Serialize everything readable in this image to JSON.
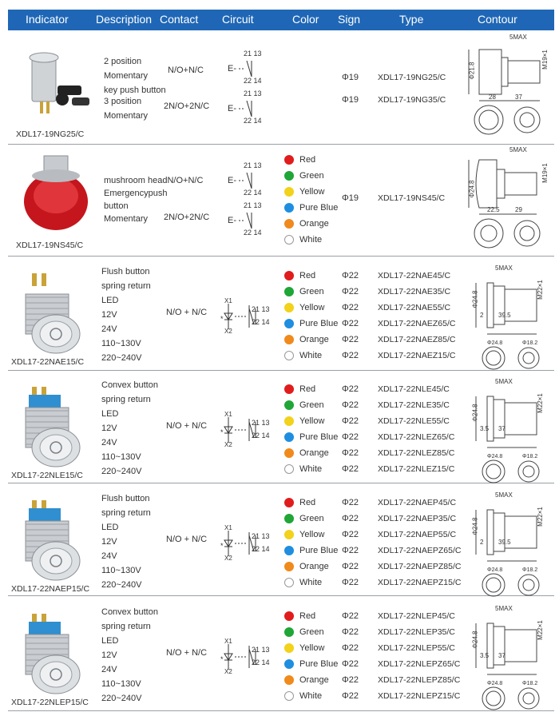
{
  "header": [
    "Indicator",
    "Description",
    "Contact",
    "Circuit",
    "Color",
    "Sign",
    "Type",
    "Contour"
  ],
  "rows": [
    {
      "model": "XDL17-19NG25/C",
      "desc_a": [
        "2 position",
        "Momentary",
        "key push button"
      ],
      "desc_b": [
        "3 position",
        "Momentary"
      ],
      "contact_a": "N/O+N/C",
      "contact_b": "2N/O+2N/C",
      "circuit_a": [
        "21 13",
        "22 14"
      ],
      "circuit_b": [
        "21 13",
        "22 14"
      ],
      "signs": [
        "Φ19",
        "Φ19"
      ],
      "types": [
        "XDL17-19NG25/C",
        "XDL17-19NG35/C"
      ],
      "contour": [
        "5MAX",
        "M19×1",
        "Φ21.8",
        "28",
        "37"
      ]
    },
    {
      "model": "XDL17-19NS45/C",
      "desc": [
        "mushroom headN/O+N/C",
        "Emergencypush",
        "button",
        "Momentary"
      ],
      "contact_b": "2N/O+2N/C",
      "circuit_a": [
        "21 13",
        "22 14"
      ],
      "circuit_b": [
        "21 13",
        "22 14"
      ],
      "colors": [
        "Red",
        "Green",
        "Yellow",
        "Pure Blue",
        "Orange",
        "White"
      ],
      "sign": "Φ19",
      "type": "XDL17-19NS45/C",
      "contour": [
        "5MAX",
        "M19×1",
        "Φ24.8",
        "22.5",
        "29"
      ]
    },
    {
      "model": "XDL17-22NAE15/C",
      "desc": [
        "Flush button",
        "spring return",
        "LED",
        "12V",
        "24V",
        "110~130V",
        "220~240V"
      ],
      "contact": "N/O + N/C",
      "circuit": [
        "X1",
        "X2",
        "21 13",
        "22 14"
      ],
      "colors": [
        "Red",
        "Green",
        "Yellow",
        "Pure Blue",
        "Orange",
        "White"
      ],
      "signs": [
        "Φ22",
        "Φ22",
        "Φ22",
        "Φ22",
        "Φ22",
        "Φ22"
      ],
      "types": [
        "XDL17-22NAE45/C",
        "XDL17-22NAE35/C",
        "XDL17-22NAE55/C",
        "XDL17-22NAEZ65/C",
        "XDL17-22NAEZ85/C",
        "XDL17-22NAEZ15/C"
      ],
      "contour": [
        "5MAX",
        "M22×1",
        "Φ24.8",
        "2",
        "39.5",
        "Φ24.8",
        "Φ18.2"
      ]
    },
    {
      "model": "XDL17-22NLE15/C",
      "desc": [
        "Convex button",
        "spring return",
        "LED",
        "12V",
        "24V",
        "110~130V",
        "220~240V"
      ],
      "contact": "N/O + N/C",
      "circuit": [
        "X1",
        "X2",
        "21 13",
        "22 14"
      ],
      "colors": [
        "Red",
        "Green",
        "Yellow",
        "Pure Blue",
        "Orange",
        "White"
      ],
      "signs": [
        "Φ22",
        "Φ22",
        "Φ22",
        "Φ22",
        "Φ22",
        "Φ22"
      ],
      "types": [
        "XDL17-22NLE45/C",
        "XDL17-22NLE35/C",
        "XDL17-22NLE55/C",
        "XDL17-22NLEZ65/C",
        "XDL17-22NLEZ85/C",
        "XDL17-22NLEZ15/C"
      ],
      "contour": [
        "5MAX",
        "M22×1",
        "Φ24.8",
        "3.5",
        "37",
        "Φ24.8",
        "Φ18.2"
      ]
    },
    {
      "model": "XDL17-22NAEP15/C",
      "desc": [
        "Flush button",
        "spring return",
        "LED",
        "12V",
        "24V",
        "110~130V",
        "220~240V"
      ],
      "contact": "N/O + N/C",
      "circuit": [
        "X1",
        "X2",
        "21 13",
        "22 14"
      ],
      "colors": [
        "Red",
        "Green",
        "Yellow",
        "Pure Blue",
        "Orange",
        "White"
      ],
      "signs": [
        "Φ22",
        "Φ22",
        "Φ22",
        "Φ22",
        "Φ22",
        "Φ22"
      ],
      "types": [
        "XDL17-22NAEP45/C",
        "XDL17-22NAEP35/C",
        "XDL17-22NAEP55/C",
        "XDL17-22NAEPZ65/C",
        "XDL17-22NAEPZ85/C",
        "XDL17-22NAEPZ15/C"
      ],
      "contour": [
        "5MAX",
        "M22×1",
        "Φ24.8",
        "2",
        "39.5",
        "Φ24.8",
        "Φ18.2"
      ]
    },
    {
      "model": "XDL17-22NLEP15/C",
      "desc": [
        "Convex button",
        "spring return",
        "LED",
        "12V",
        "24V",
        "110~130V",
        "220~240V"
      ],
      "contact": "N/O + N/C",
      "circuit": [
        "X1",
        "X2",
        "21 13",
        "22 14"
      ],
      "colors": [
        "Red",
        "Green",
        "Yellow",
        "Pure Blue",
        "Orange",
        "White"
      ],
      "signs": [
        "Φ22",
        "Φ22",
        "Φ22",
        "Φ22",
        "Φ22",
        "Φ22"
      ],
      "types": [
        "XDL17-22NLEP45/C",
        "XDL17-22NLEP35/C",
        "XDL17-22NLEP55/C",
        "XDL17-22NLEPZ65/C",
        "XDL17-22NLEPZ85/C",
        "XDL17-22NLEPZ15/C"
      ],
      "contour": [
        "5MAX",
        "M22×1",
        "Φ24.8",
        "3.5",
        "37",
        "Φ24.8",
        "Φ18.2"
      ]
    }
  ],
  "dot_colors": {
    "Red": "#e01c1c",
    "Green": "#1fa637",
    "Yellow": "#f2d21a",
    "Pure Blue": "#1f8ee0",
    "Orange": "#f08a1c",
    "White": "#ffffff"
  },
  "header_color": "#1f67b6"
}
